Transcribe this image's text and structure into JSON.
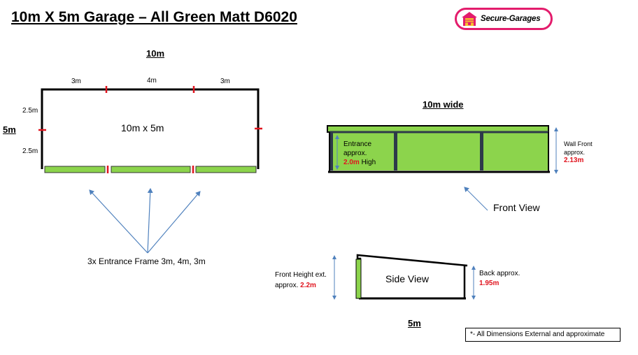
{
  "title": "10m X 5m Garage – All Green Matt D6020",
  "logo": {
    "text": "Secure-Garages",
    "icon": "garage-house-icon",
    "colors": {
      "border": "#e31c6c",
      "door": "#f5c02c"
    }
  },
  "colors": {
    "green": "#8cd44c",
    "wall": "#000000",
    "arrow": "#4f81bd",
    "marker": "#e0141e",
    "dark_post": "#2d3a4a"
  },
  "plan": {
    "length_label": "10m",
    "width_label": "5m",
    "center_label": "10m x 5m",
    "top_segments": [
      "3m",
      "4m",
      "3m"
    ],
    "side_segments": [
      "2.5m",
      "2.5m"
    ],
    "entrance_label": "3x Entrance Frame 3m, 4m, 3m"
  },
  "front": {
    "width_label": "10m wide",
    "entrance_label_1": "Entrance",
    "entrance_label_2": "approx.",
    "entrance_height": "2.0m",
    "entrance_height_suffix": "High",
    "wall_label_1": "Wall Front",
    "wall_label_2": "approx.",
    "wall_height": "2.13m",
    "view_label": "Front View"
  },
  "side": {
    "view_label": "Side View",
    "front_label_1": "Front Height ext.",
    "front_label_2": "approx.",
    "front_height": "2.2m",
    "back_label": "Back approx.",
    "back_height": "1.95m",
    "depth_label": "5m"
  },
  "note": "*- All Dimensions External and approximate"
}
